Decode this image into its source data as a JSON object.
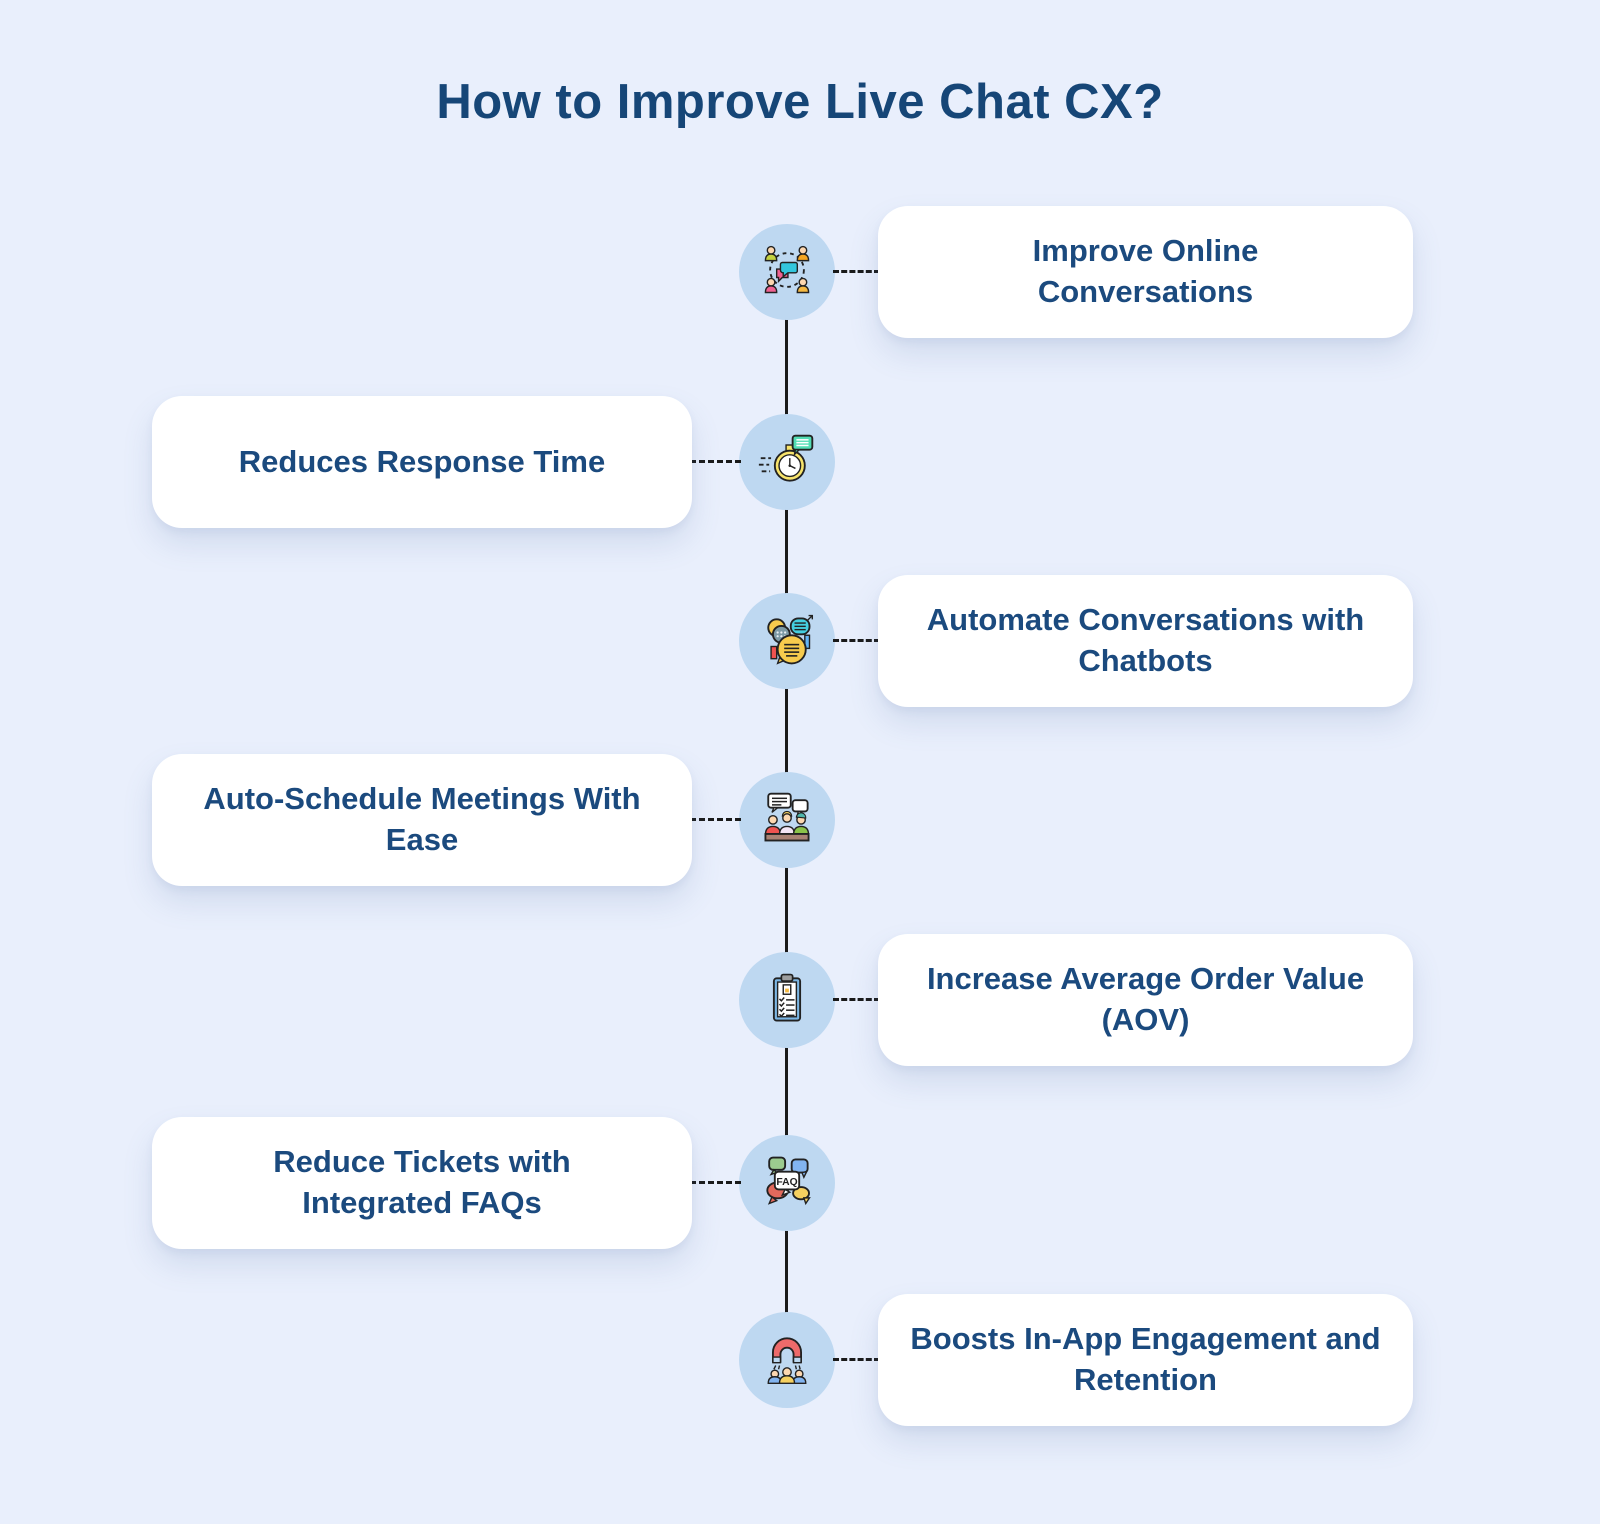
{
  "page": {
    "title": "How to Improve Live Chat CX?"
  },
  "theme": {
    "background": "#e9effc",
    "circle_fill": "#bed8f1",
    "card_fill": "#ffffff",
    "card_text_color": "#1b4a7e",
    "title_color": "#164677",
    "line_color": "#1a1a1a"
  },
  "timeline": {
    "faq_label": "FAQ",
    "items": [
      {
        "label": "Improve Online Conversations",
        "side": "right",
        "icon": "group-conversation-icon"
      },
      {
        "label": "Reduces Response Time",
        "side": "left",
        "icon": "stopwatch-chat-icon"
      },
      {
        "label": "Automate Conversations with Chatbots",
        "side": "right",
        "icon": "chatbot-bubbles-icon"
      },
      {
        "label": "Auto-Schedule Meetings With Ease",
        "side": "left",
        "icon": "meeting-people-icon"
      },
      {
        "label": "Increase Average Order Value (AOV)",
        "side": "right",
        "icon": "clipboard-checklist-icon"
      },
      {
        "label": "Reduce Tickets with Integrated FAQs",
        "side": "left",
        "icon": "faq-bubbles-icon"
      },
      {
        "label": "Boosts In-App Engagement and Retention",
        "side": "right",
        "icon": "magnet-people-icon"
      }
    ]
  }
}
